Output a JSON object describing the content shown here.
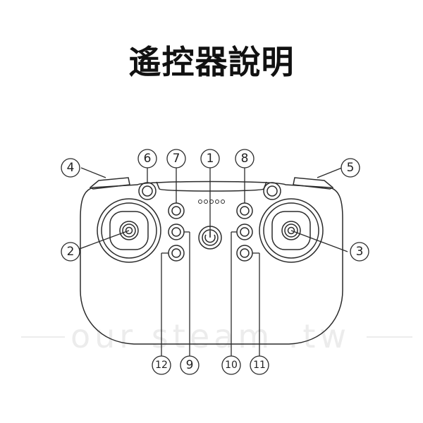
{
  "title": "遙控器說明",
  "watermark": "our steam .tw",
  "callouts": [
    "1",
    "2",
    "3",
    "4",
    "5",
    "6",
    "7",
    "8",
    "9",
    "10",
    "11",
    "12"
  ],
  "colors": {
    "line": "#2b2b2b",
    "watermark": "#ececec"
  }
}
